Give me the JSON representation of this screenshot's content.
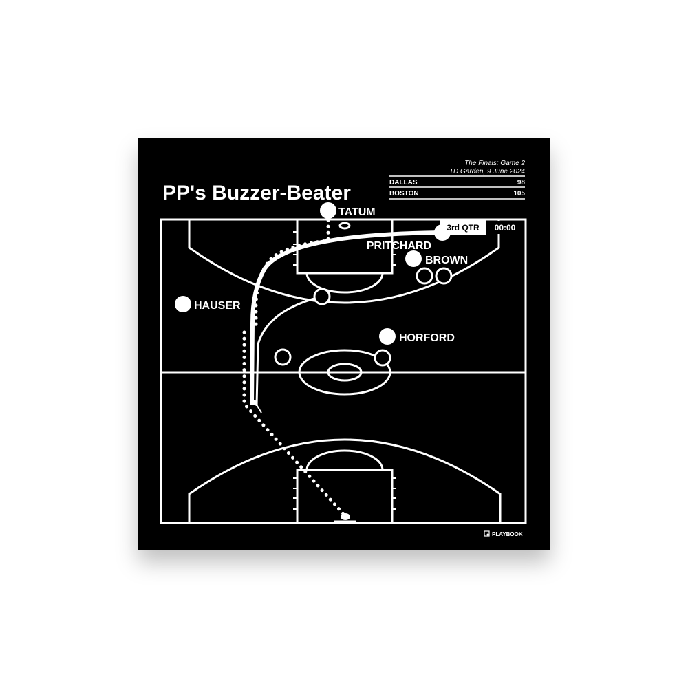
{
  "title": "PP's Buzzer-Beater",
  "game": {
    "event": "The Finals: Game 2",
    "venue_date": "TD Garden, 9 June 2024"
  },
  "scores": [
    {
      "team": "DALLAS",
      "score": "98"
    },
    {
      "team": "BOSTON",
      "score": "105"
    }
  ],
  "clock": {
    "period": "3rd QTR",
    "time": "00:00"
  },
  "players": {
    "tatum": "TATUM",
    "pritchard": "PRITCHARD",
    "brown": "BROWN",
    "hauser": "HAUSER",
    "horford": "HORFORD"
  },
  "brand": "PLAYBOOK",
  "colors": {
    "background": "#000000",
    "lines": "#ffffff"
  }
}
